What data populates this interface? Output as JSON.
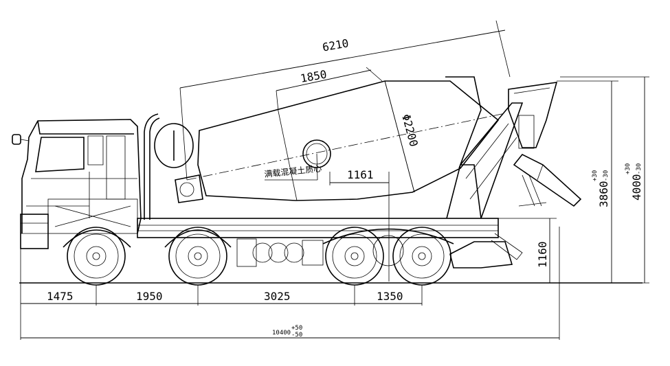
{
  "dimensions": {
    "drum_length": "6210",
    "drum_cylinder": "1850",
    "drum_diameter": "Φ2200",
    "cg_offset": "1161",
    "cg_label": "满载混凝土质心",
    "front_overhang": "1475",
    "wheelbase_1": "1950",
    "wheelbase_2": "3025",
    "wheelbase_3": "1350",
    "overall_length": "10400",
    "overall_length_tol_upper": "+50",
    "overall_length_tol_lower": "-50",
    "rear_height": "1160",
    "hopper_height": "3860",
    "hopper_height_tol_upper": "+30",
    "hopper_height_tol_lower": "-30",
    "overall_height": "4000",
    "overall_height_tol_upper": "+30",
    "overall_height_tol_lower": "-30"
  }
}
